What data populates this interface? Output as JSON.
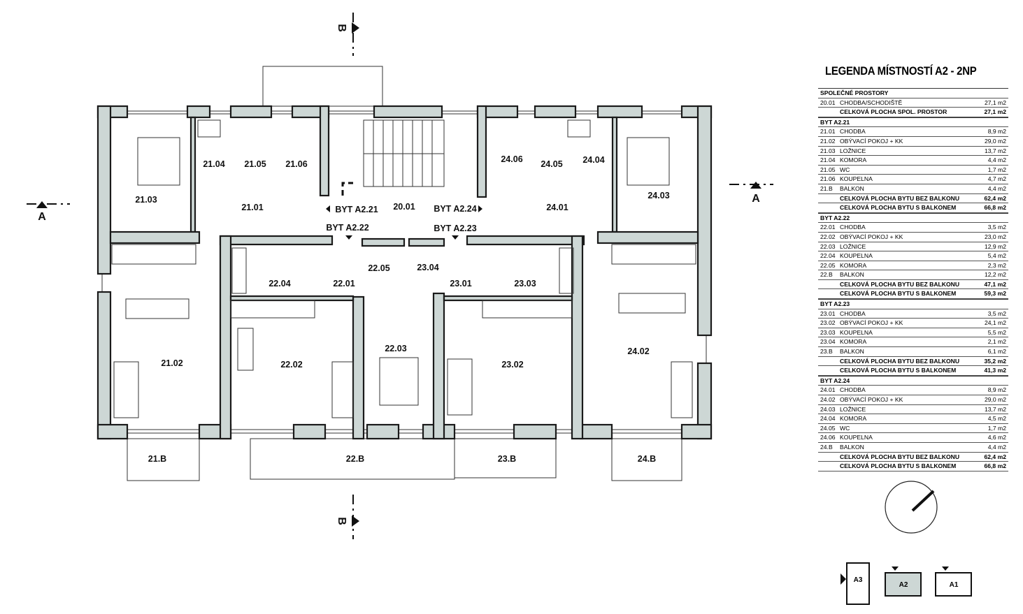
{
  "title": "LEGENDA MÍSTNOSTÍ A2 - 2NP",
  "legend": [
    {
      "heading": "SPOLEČNÉ PROSTORY",
      "rows": [
        {
          "n": "20.01",
          "t": "CHODBA/SCHODIŠTĚ",
          "v": "27,1 m2"
        },
        {
          "n": "",
          "t": "CELKOVÁ PLOCHA SPOL. PROSTOR",
          "v": "27,1 m2",
          "total": true
        }
      ]
    },
    {
      "heading": "BYT A2.21",
      "rows": [
        {
          "n": "21.01",
          "t": "CHODBA",
          "v": "8,9 m2"
        },
        {
          "n": "21.02",
          "t": "OBÝVACÍ POKOJ + KK",
          "v": "29,0 m2"
        },
        {
          "n": "21.03",
          "t": "LOŽNICE",
          "v": "13,7 m2"
        },
        {
          "n": "21.04",
          "t": "KOMORA",
          "v": "4,4 m2"
        },
        {
          "n": "21.05",
          "t": "WC",
          "v": "1,7 m2"
        },
        {
          "n": "21.06",
          "t": "KOUPELNA",
          "v": "4,7 m2"
        },
        {
          "n": "21.B",
          "t": "BALKON",
          "v": "4,4 m2"
        },
        {
          "n": "",
          "t": "CELKOVÁ PLOCHA BYTU BEZ BALKONU",
          "v": "62,4 m2",
          "total": true
        },
        {
          "n": "",
          "t": "CELKOVÁ PLOCHA BYTU S BALKONEM",
          "v": "66,8 m2",
          "total": true
        }
      ]
    },
    {
      "heading": "BYT A2.22",
      "rows": [
        {
          "n": "22.01",
          "t": "CHODBA",
          "v": "3,5 m2"
        },
        {
          "n": "22.02",
          "t": "OBÝVACÍ POKOJ + KK",
          "v": "23,0 m2"
        },
        {
          "n": "22.03",
          "t": "LOŽNICE",
          "v": "12,9 m2"
        },
        {
          "n": "22.04",
          "t": "KOUPELNA",
          "v": "5,4 m2"
        },
        {
          "n": "22.05",
          "t": "KOMORA",
          "v": "2,3 m2"
        },
        {
          "n": "22.B",
          "t": "BALKON",
          "v": "12,2 m2"
        },
        {
          "n": "",
          "t": "CELKOVÁ PLOCHA BYTU BEZ BALKONU",
          "v": "47,1 m2",
          "total": true
        },
        {
          "n": "",
          "t": "CELKOVÁ PLOCHA BYTU S BALKONEM",
          "v": "59,3 m2",
          "total": true
        }
      ]
    },
    {
      "heading": "BYT A2.23",
      "rows": [
        {
          "n": "23.01",
          "t": "CHODBA",
          "v": "3,5 m2"
        },
        {
          "n": "23.02",
          "t": "OBÝVACÍ POKOJ + KK",
          "v": "24,1 m2"
        },
        {
          "n": "23.03",
          "t": "KOUPELNA",
          "v": "5,5 m2"
        },
        {
          "n": "23.04",
          "t": "KOMORA",
          "v": "2,1 m2"
        },
        {
          "n": "23.B",
          "t": "BALKON",
          "v": "6,1 m2"
        },
        {
          "n": "",
          "t": "CELKOVÁ PLOCHA BYTU BEZ BALKONU",
          "v": "35,2 m2",
          "total": true
        },
        {
          "n": "",
          "t": "CELKOVÁ PLOCHA BYTU S BALKONEM",
          "v": "41,3 m2",
          "total": true
        }
      ]
    },
    {
      "heading": "BYT A2.24",
      "rows": [
        {
          "n": "24.01",
          "t": "CHODBA",
          "v": "8,9 m2"
        },
        {
          "n": "24.02",
          "t": "OBÝVACÍ POKOJ + KK",
          "v": "29,0 m2"
        },
        {
          "n": "24.03",
          "t": "LOŽNICE",
          "v": "13,7 m2"
        },
        {
          "n": "24.04",
          "t": "KOMORA",
          "v": "4,5 m2"
        },
        {
          "n": "24.05",
          "t": "WC",
          "v": "1,7 m2"
        },
        {
          "n": "24.06",
          "t": "KOUPELNA",
          "v": "4,6 m2"
        },
        {
          "n": "24.B",
          "t": "BALKON",
          "v": "4,4 m2"
        },
        {
          "n": "",
          "t": "CELKOVÁ PLOCHA BYTU BEZ BALKONU",
          "v": "62,4 m2",
          "total": true
        },
        {
          "n": "",
          "t": "CELKOVÁ PLOCHA BYTU S BALKONEM",
          "v": "66,8 m2",
          "total": true
        }
      ]
    }
  ],
  "rooms": {
    "r2103": "21.03",
    "r2104": "21.04",
    "r2105": "21.05",
    "r2106": "21.06",
    "r2101": "21.01",
    "r2001": "20.01",
    "r2406": "24.06",
    "r2405": "24.05",
    "r2404": "24.04",
    "r2401": "24.01",
    "r2403": "24.03",
    "r2204": "22.04",
    "r2201": "22.01",
    "r2205": "22.05",
    "r2304": "23.04",
    "r2301": "23.01",
    "r2303": "23.03",
    "r2102": "21.02",
    "r2202": "22.02",
    "r2203": "22.03",
    "r2302": "23.02",
    "r2402": "24.02",
    "r21B": "21.B",
    "r22B": "22.B",
    "r23B": "23.B",
    "r24B": "24.B"
  },
  "flats": {
    "a21": "BYT A2.21",
    "a22": "BYT A2.22",
    "a23": "BYT A2.23",
    "a24": "BYT A2.24"
  },
  "sections": {
    "a": "A",
    "b": "B"
  },
  "keyplan": {
    "a3": "A3",
    "a2": "A2",
    "a1": "A1"
  },
  "colors": {
    "wall": "#cdd7d5",
    "line": "#1a1a1a"
  }
}
